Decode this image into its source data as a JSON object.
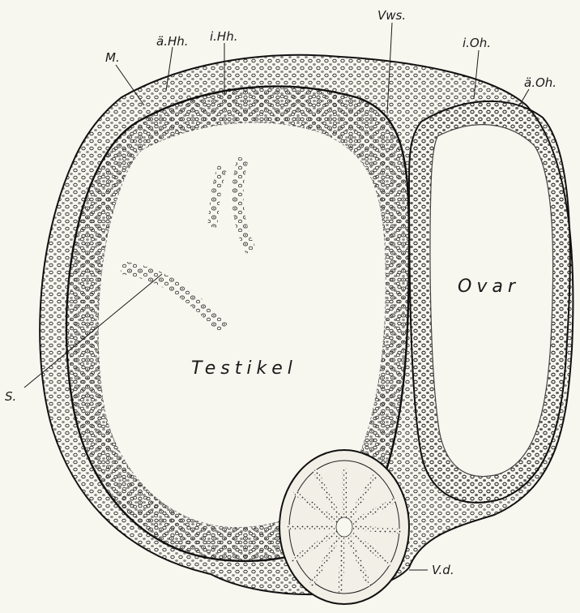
{
  "figure": {
    "labels": {
      "M": "M.",
      "a_Hh": "ä.Hh.",
      "i_Hh": "i.Hh.",
      "Vws": "Vws.",
      "i_Oh": "i.Oh.",
      "a_Oh": "ä.Oh.",
      "Ovar": "Ovar",
      "Testikel": "Testikel",
      "S": "S.",
      "V_d": "V.d."
    }
  }
}
